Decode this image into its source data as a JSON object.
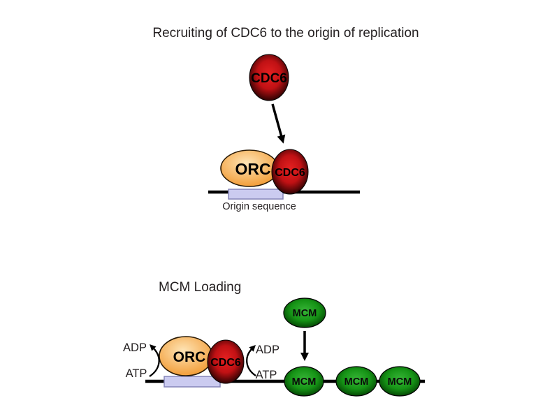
{
  "colors": {
    "background": "#ffffff",
    "text": "#231f20",
    "dna_line": "#000000",
    "cdc6_gradient_center": "#e62121",
    "cdc6_gradient_mid": "#c01114",
    "cdc6_gradient_edge": "#160000",
    "orc_gradient_center": "#fee4b5",
    "orc_gradient_edge": "#f09225",
    "orc_outline": "#2a1a05",
    "mcm_gradient_center": "#37b437",
    "mcm_gradient_mid": "#169416",
    "mcm_gradient_edge": "#023e02",
    "origin_rect_fill": "#cbcbf0",
    "origin_rect_stroke": "#8585b8"
  },
  "recruiting_section": {
    "title": "Recruiting of CDC6 to the origin of replication",
    "free_cdc6_label": "CDC6",
    "orc_label": "ORC",
    "bound_cdc6_label": "CDC6",
    "origin_sequence_label": "Origin sequence"
  },
  "mcm_section": {
    "title": "MCM Loading",
    "free_mcm_label": "MCM",
    "orc_label": "ORC",
    "cdc6_label": "CDC6",
    "left_adp_label": "ADP",
    "left_atp_label": "ATP",
    "right_adp_label": "ADP",
    "right_atp_label": "ATP",
    "mcm_chain_labels": [
      "MCM",
      "MCM",
      "MCM"
    ]
  }
}
